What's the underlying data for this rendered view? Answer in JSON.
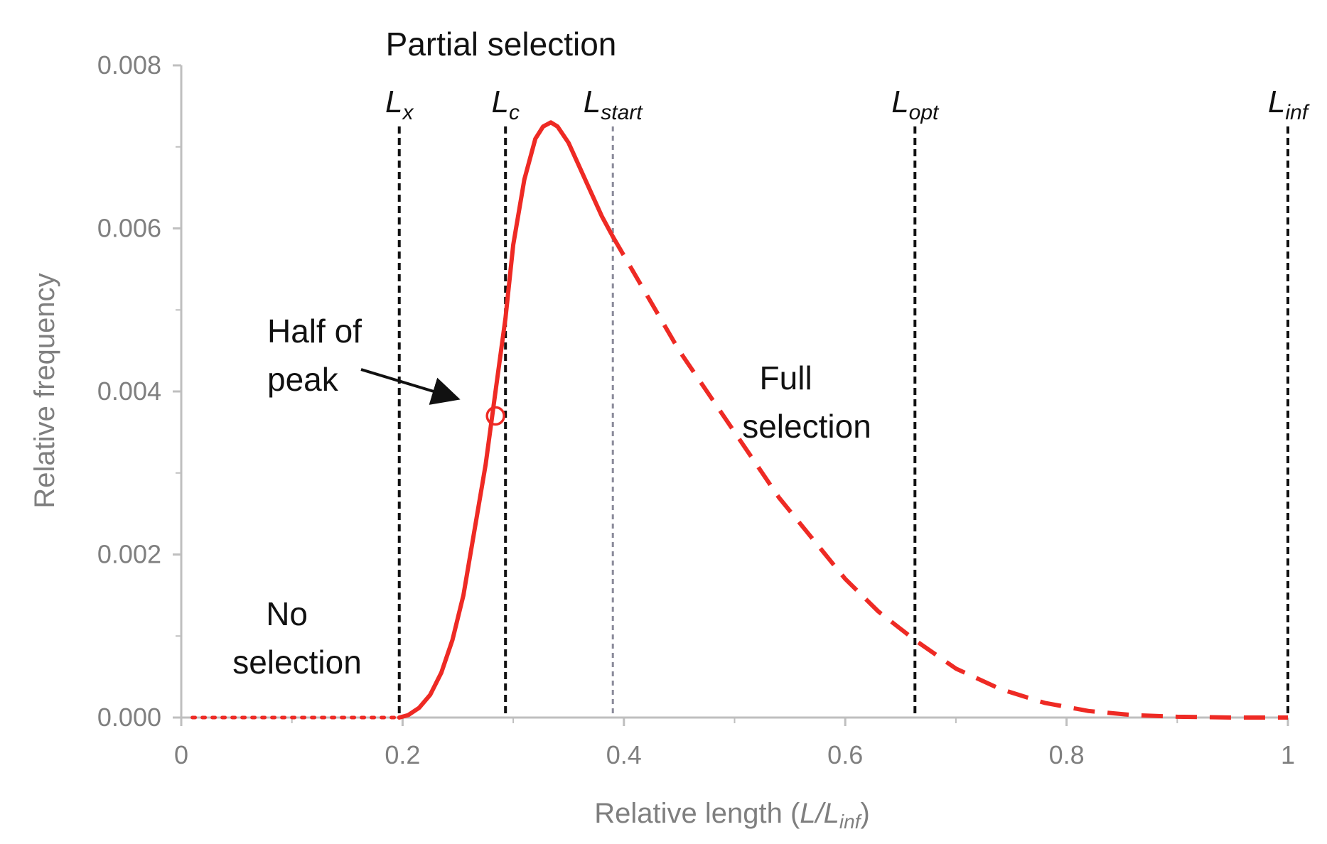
{
  "chart_data": {
    "type": "line",
    "title": "",
    "xlabel": "Relative length (",
    "xlabel_math": {
      "main": "L/L",
      "sub": "inf",
      "close": ")"
    },
    "ylabel": "Relative frequency",
    "xlim": [
      0,
      1
    ],
    "ylim": [
      0,
      0.008
    ],
    "x_ticks": [
      "0",
      "0.2",
      "0.4",
      "0.6",
      "0.8",
      "1"
    ],
    "x_tick_values": [
      0,
      0.2,
      0.4,
      0.6,
      0.8,
      1
    ],
    "y_ticks": [
      "0.000",
      "0.002",
      "0.004",
      "0.006",
      "0.008"
    ],
    "y_tick_values": [
      0,
      0.002,
      0.004,
      0.006,
      0.008
    ],
    "grid": false,
    "legend": "none",
    "series": [
      {
        "style": "dotted",
        "color": "#ee2a24",
        "x": [
          0.01,
          0.05,
          0.1,
          0.15,
          0.197
        ],
        "y": [
          0,
          0,
          0,
          0,
          0
        ]
      },
      {
        "style": "solid",
        "color": "#ee2a24",
        "x": [
          0.197,
          0.205,
          0.215,
          0.225,
          0.235,
          0.245,
          0.255,
          0.265,
          0.275,
          0.285,
          0.293,
          0.3,
          0.31,
          0.32,
          0.327,
          0.334,
          0.34,
          0.35,
          0.36,
          0.37,
          0.38,
          0.39
        ],
        "y": [
          0,
          3e-05,
          0.00012,
          0.00028,
          0.00055,
          0.00095,
          0.0015,
          0.0023,
          0.0031,
          0.0041,
          0.0049,
          0.0058,
          0.0066,
          0.0071,
          0.00725,
          0.0073,
          0.00725,
          0.00705,
          0.00675,
          0.00645,
          0.00615,
          0.0059
        ]
      },
      {
        "style": "dashed",
        "color": "#ee2a24",
        "x": [
          0.39,
          0.42,
          0.45,
          0.48,
          0.51,
          0.54,
          0.57,
          0.6,
          0.63,
          0.663,
          0.7,
          0.74,
          0.78,
          0.82,
          0.86,
          0.9,
          0.95,
          1.0
        ],
        "y": [
          0.0059,
          0.0052,
          0.0045,
          0.0039,
          0.0033,
          0.0027,
          0.0022,
          0.0017,
          0.0013,
          0.00095,
          0.0006,
          0.00035,
          0.00018,
          8e-05,
          3e-05,
          1e-05,
          0,
          0
        ]
      }
    ],
    "vlines": [
      {
        "x": 0.197,
        "main": "L",
        "sub": "x",
        "style": "heavy"
      },
      {
        "x": 0.293,
        "main": "L",
        "sub": "c",
        "style": "heavy"
      },
      {
        "x": 0.39,
        "main": "L",
        "sub": "start",
        "style": "light"
      },
      {
        "x": 0.663,
        "main": "L",
        "sub": "opt",
        "style": "heavy"
      },
      {
        "x": 1.0,
        "main": "L",
        "sub": "inf",
        "style": "heavy"
      }
    ],
    "half_peak_point": {
      "x": 0.284,
      "y": 0.0037
    },
    "annotations": {
      "partial_selection": "Partial selection",
      "half_of_peak": [
        "Half of",
        "peak"
      ],
      "full_selection": [
        "Full",
        "selection"
      ],
      "no_selection": [
        "No",
        "selection"
      ]
    }
  }
}
